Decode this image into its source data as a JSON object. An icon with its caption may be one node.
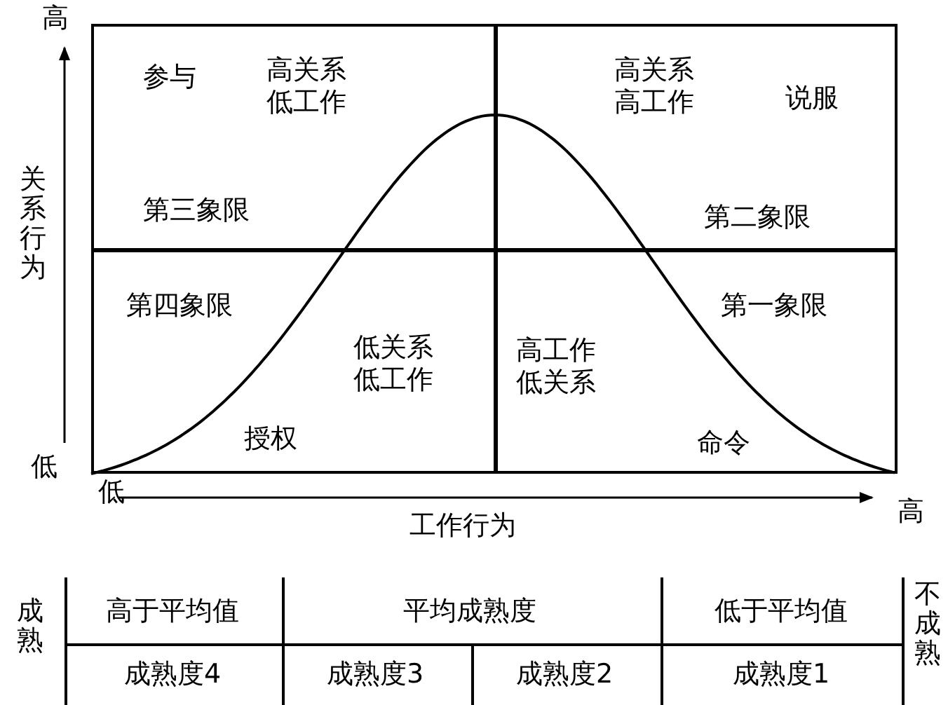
{
  "diagram": {
    "nodes": [
      {
        "text": [
          "参与",
          "高关系低工作",
          "第三象限"
        ]
      },
      {
        "text": [
          "高关系高工作",
          "说服",
          "第二象限"
        ]
      },
      {
        "text": [
          "第四象限",
          "低关系低工作",
          "授权"
        ]
      },
      {
        "text": [
          "第一象限",
          "高工作低关系",
          "命令"
        ]
      }
    ],
    "labels": [
      "高",
      "关系行为",
      "低",
      "低",
      "工作行为",
      "高",
      "成熟",
      "高于平均值",
      "平均成熟度",
      "低于平均值",
      "不成熟",
      "成熟度4",
      "成熟度3",
      "成熟度2",
      "成熟度1"
    ]
  }
}
